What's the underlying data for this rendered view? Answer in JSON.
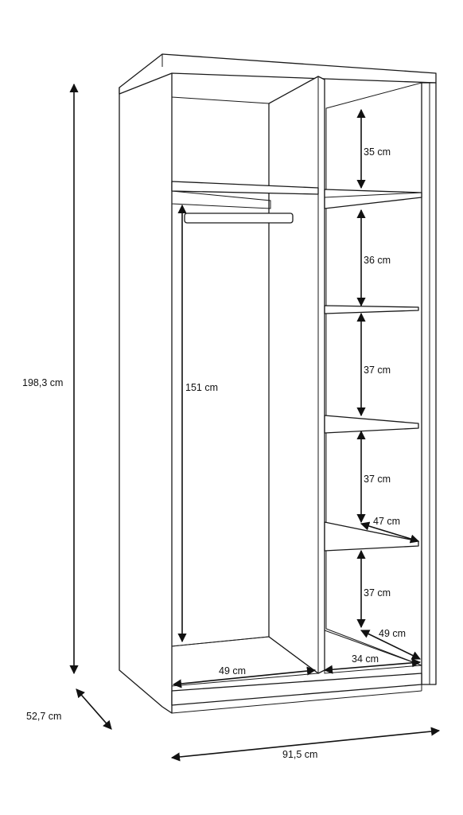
{
  "colors": {
    "line": "#1a1a1a",
    "background": "#ffffff"
  },
  "dimensions": {
    "total_height": "198,3 cm",
    "depth": "52,7 cm",
    "total_width": "91,5 cm",
    "hanging_height": "151 cm",
    "left_bottom_width": "49 cm",
    "right_bottom_width": "34 cm",
    "right_bottom_depth": "49 cm",
    "shelf_depth": "47 cm",
    "shelf_gaps": [
      "35 cm",
      "36 cm",
      "37 cm",
      "37 cm",
      "37 cm"
    ]
  }
}
